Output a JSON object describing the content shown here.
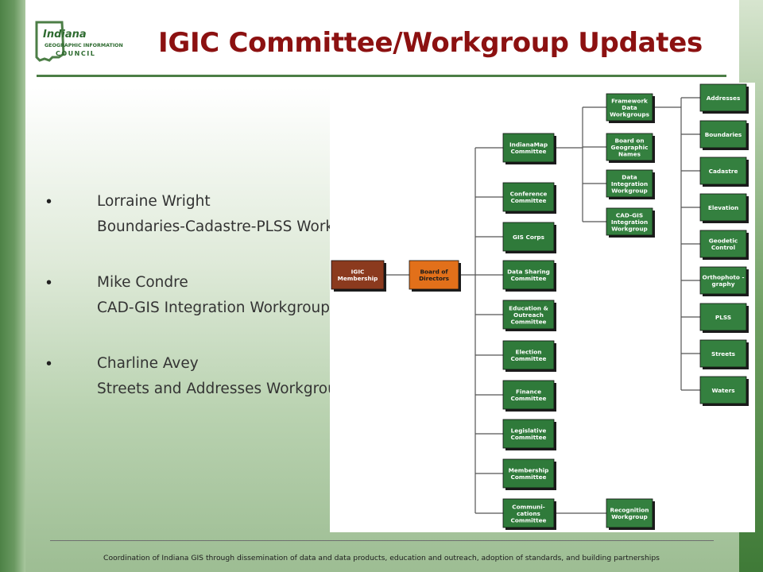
{
  "logo": {
    "line1": "Indiana",
    "line2": "GEOGRAPHIC INFORMATION",
    "line3": "COUNCIL"
  },
  "title": "IGIC Committee/Workgroup Updates",
  "bullets": [
    {
      "name": "Lorraine Wright",
      "group": "Boundaries-Cadastre-PLSS Workgroup"
    },
    {
      "name": "Mike Condre",
      "group": "CAD-GIS Integration Workgroup"
    },
    {
      "name": "Charline Avey",
      "group": "Streets and Addresses Workgroup"
    }
  ],
  "bullet_glyph": "•",
  "org": {
    "membership": [
      "IGIC",
      "Membership"
    ],
    "board": [
      "Board of",
      "Directors"
    ],
    "committees": [
      [
        "IndianaMap",
        "Committee"
      ],
      [
        "Conference",
        "Committee"
      ],
      [
        "GIS Corps"
      ],
      [
        "Data Sharing",
        "Committee"
      ],
      [
        "Education &",
        "Outreach",
        "Committee"
      ],
      [
        "Election",
        "Committee"
      ],
      [
        "Finance",
        "Committee"
      ],
      [
        "Legislative",
        "Committee"
      ],
      [
        "Membership",
        "Committee"
      ],
      [
        "Communi-",
        "cations",
        "Committee"
      ]
    ],
    "indianamap_groups": [
      [
        "Framework",
        "Data",
        "Workgroups"
      ],
      [
        "Board on",
        "Geographic",
        "Names"
      ],
      [
        "Data",
        "Integration",
        "Workgroup"
      ],
      [
        "CAD-GIS",
        "Integration",
        "Workgroup"
      ]
    ],
    "framework_groups": [
      [
        "Addresses"
      ],
      [
        "Boundaries"
      ],
      [
        "Cadastre"
      ],
      [
        "Elevation"
      ],
      [
        "Geodetic",
        "Control"
      ],
      [
        "Orthophoto -",
        "graphy"
      ],
      [
        "PLSS"
      ],
      [
        "Streets"
      ],
      [
        "Waters"
      ]
    ],
    "communications_group": [
      "Recognition",
      "Workgroup"
    ],
    "colors": {
      "membership": "#8b3a1e",
      "board": "#e2701a",
      "committee": "#2f7a3a",
      "workgroup": "#34803f",
      "line": "#555555"
    }
  },
  "footer": "Coordination of Indiana GIS through dissemination of data and data products, education and outreach, adoption of standards, and building partnerships",
  "colors": {
    "title": "#8c1111",
    "accent_green": "#4c7e46"
  }
}
